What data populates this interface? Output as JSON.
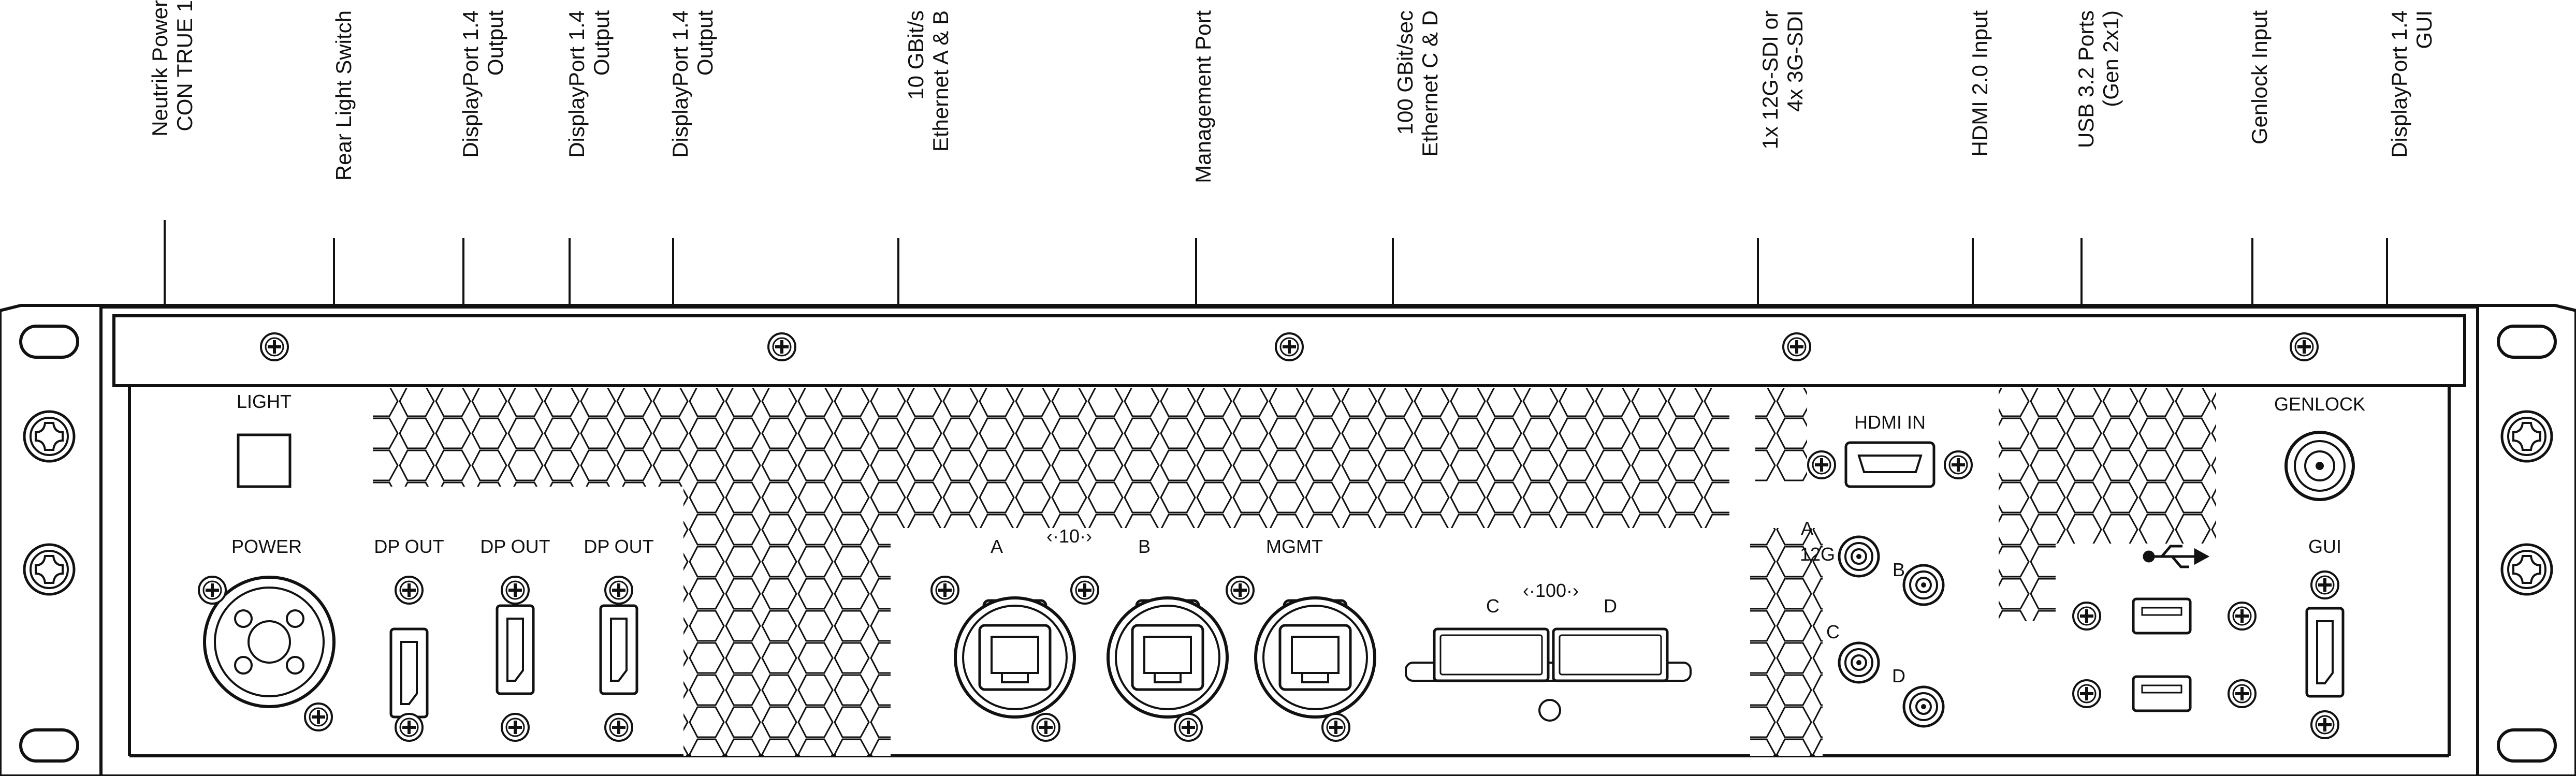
{
  "callouts": [
    {
      "id": "neutrik-power",
      "line1": "Neutrik Power",
      "line2": "CON TRUE 1"
    },
    {
      "id": "rear-light-switch",
      "line1": "",
      "line2": "Rear Light Switch"
    },
    {
      "id": "displayport-output-1",
      "line1": "DisplayPort 1.4",
      "line2": "Output"
    },
    {
      "id": "displayport-output-2",
      "line1": "DisplayPort 1.4",
      "line2": "Output"
    },
    {
      "id": "displayport-output-3",
      "line1": "DisplayPort 1.4",
      "line2": "Output"
    },
    {
      "id": "ethernet-ab",
      "line1": "10 GBit/s",
      "line2": "Ethernet A & B"
    },
    {
      "id": "management-port",
      "line1": "",
      "line2": "Management Port"
    },
    {
      "id": "ethernet-cd",
      "line1": "100 GBit/sec",
      "line2": "Ethernet C & D"
    },
    {
      "id": "sdi",
      "line1": "1x 12G-SDI or",
      "line2": "4x 3G-SDI"
    },
    {
      "id": "hdmi-input",
      "line1": "",
      "line2": "HDMI 2.0 Input"
    },
    {
      "id": "usb-ports",
      "line1": "USB 3.2 Ports",
      "line2": "(Gen 2x1)"
    },
    {
      "id": "genlock-input",
      "line1": "",
      "line2": "Genlock Input"
    },
    {
      "id": "displayport-gui",
      "line1": "DisplayPort 1.4",
      "line2": "GUI"
    }
  ],
  "panel_labels": {
    "light": "LIGHT",
    "power": "POWER",
    "dp_out_1": "DP OUT",
    "dp_out_2": "DP OUT",
    "dp_out_3": "DP OUT",
    "eth_a": "A",
    "eth_b": "B",
    "eth_ab_speed": "‹·10·›",
    "mgmt": "MGMT",
    "qsfp_c": "C",
    "qsfp_d": "D",
    "qsfp_speed": "‹·100·›",
    "hdmi_in": "HDMI IN",
    "sdi_a": "A",
    "sdi_12g": "12G",
    "sdi_b": "B",
    "sdi_c": "C",
    "sdi_d": "D",
    "genlock": "GENLOCK",
    "gui": "GUI"
  },
  "icons": [
    "screw-icon",
    "usb-symbol-icon"
  ],
  "colors": {
    "line": "#111111",
    "background": "#ffffff"
  }
}
